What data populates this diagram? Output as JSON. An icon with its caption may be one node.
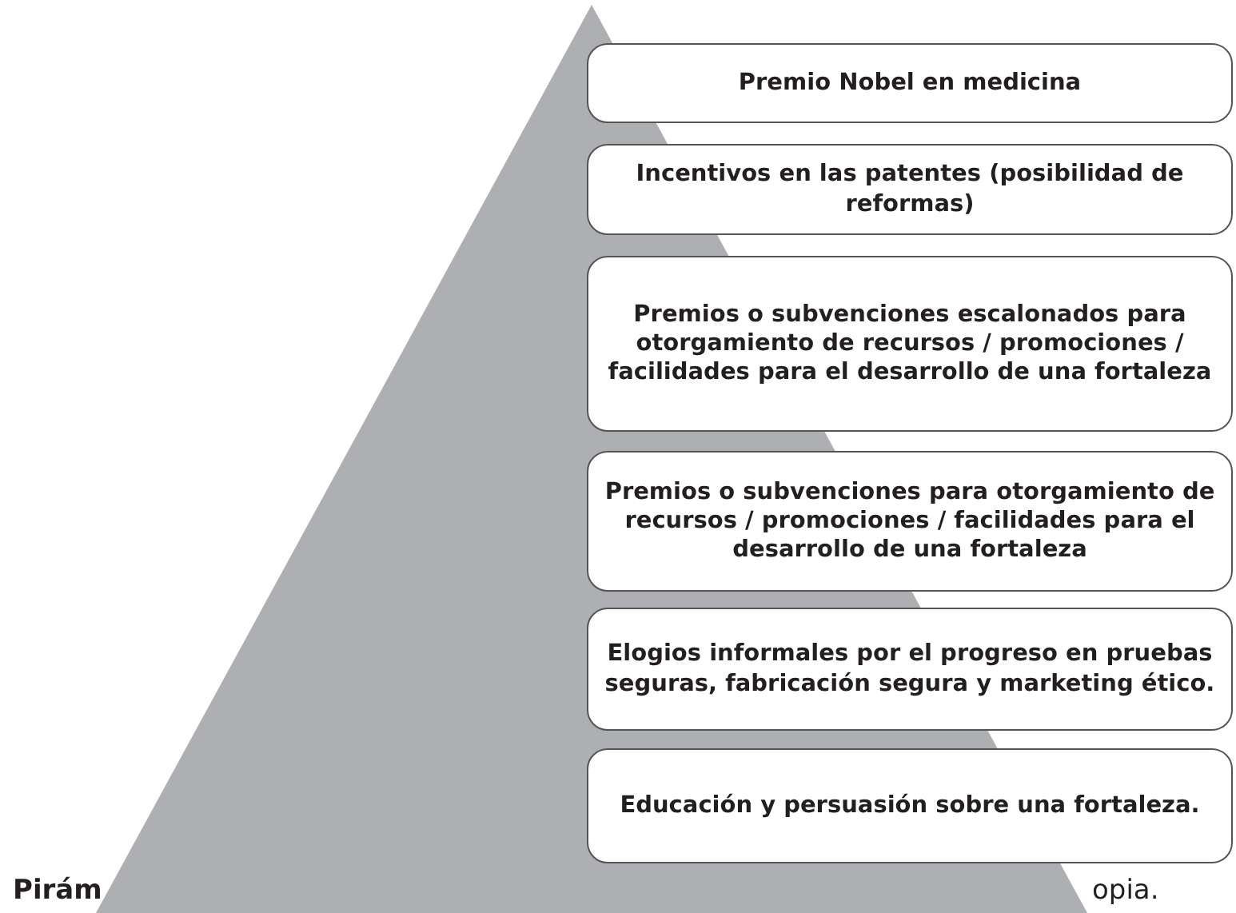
{
  "diagram": {
    "nodes": [
      {
        "text": [
          "Premio Nobel en medicina"
        ]
      },
      {
        "text": [
          "Incentivos en las patentes (posibilidad de reformas)"
        ]
      },
      {
        "text": [
          "Premios o subvenciones escalonados para otorgamiento de recursos / promociones / facilidades para el desarrollo de una fortaleza"
        ]
      },
      {
        "text": [
          "Premios o subvenciones para otorgamiento de recursos / promociones / facilidades para el desarrollo de una fortaleza"
        ]
      },
      {
        "text": [
          "Elogios informales por el progreso en pruebas seguras, fabricación segura y marketing ético."
        ]
      },
      {
        "text": [
          "Educación y persuasión sobre una fortaleza."
        ]
      }
    ],
    "labels": [
      "Pirám",
      "opia."
    ]
  }
}
